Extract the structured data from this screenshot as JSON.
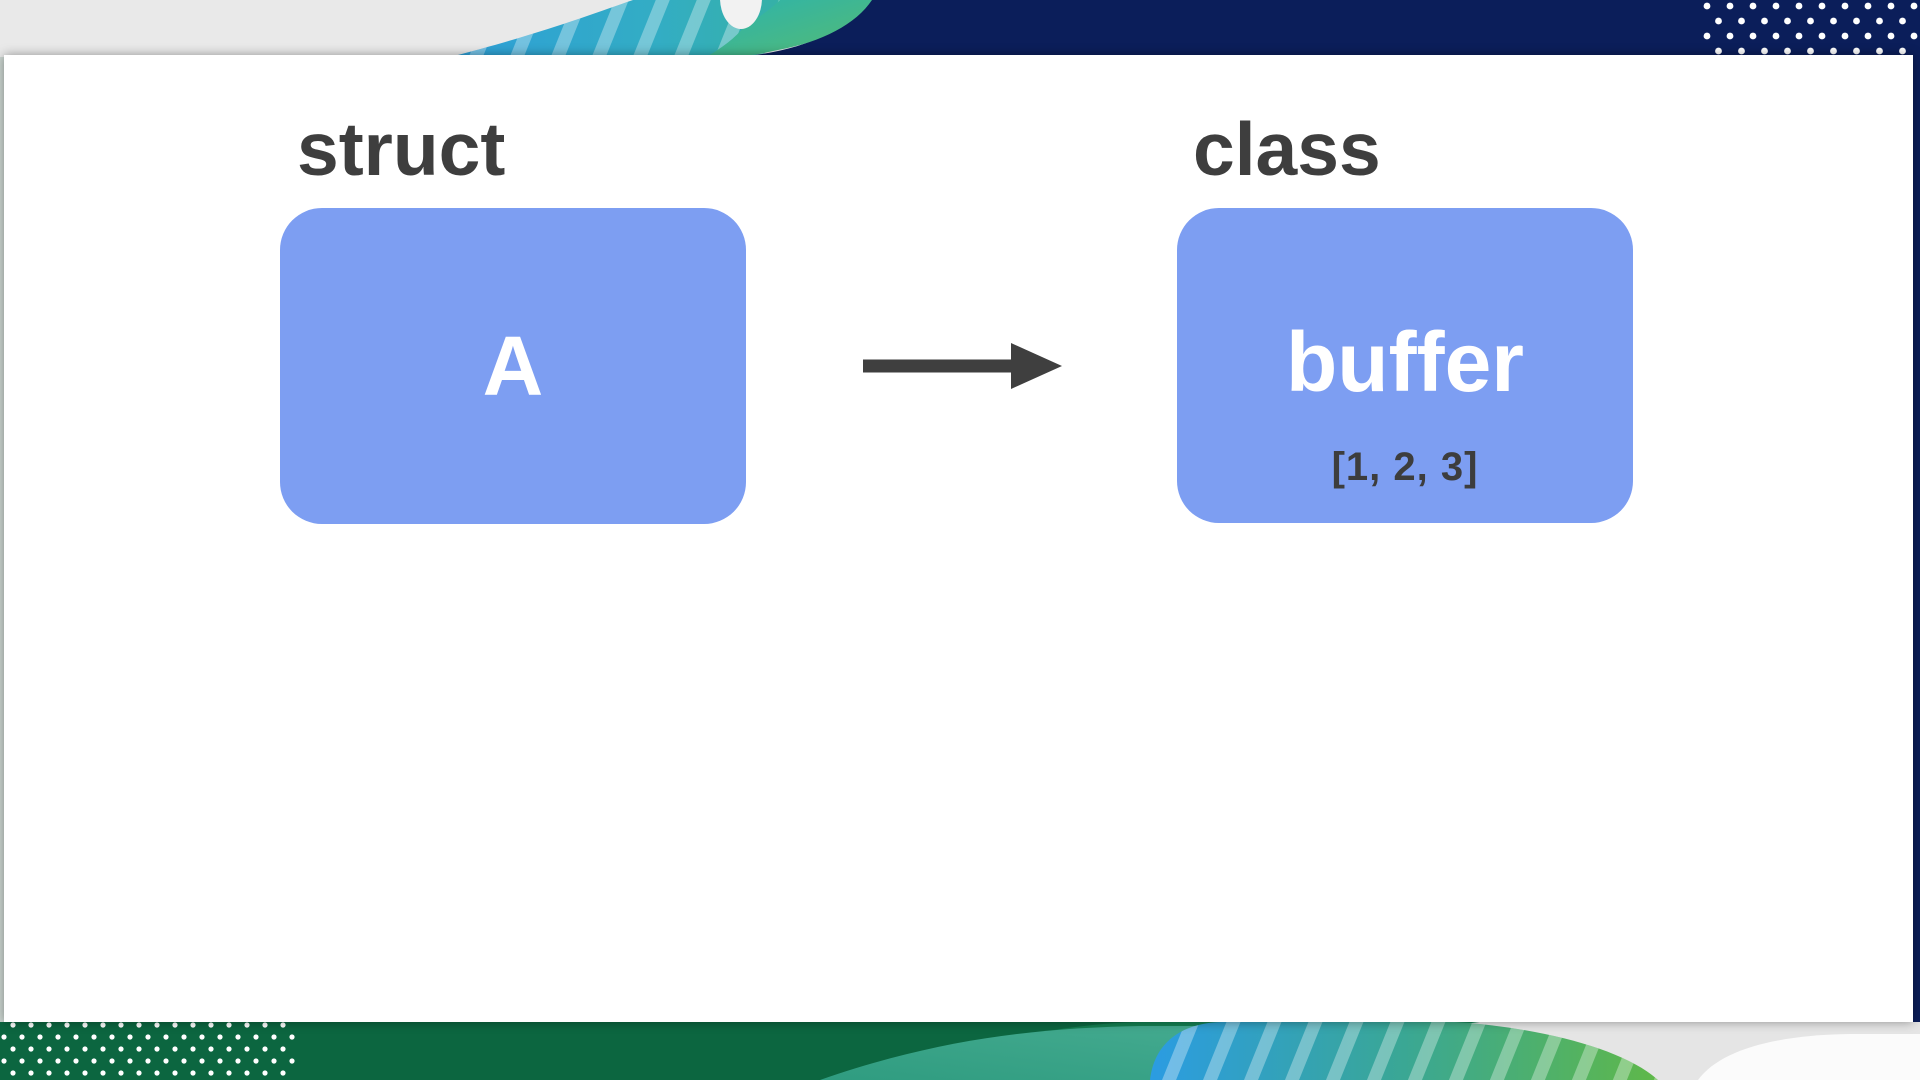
{
  "slide": {
    "diagram": {
      "left": {
        "type_label": "struct",
        "title": "A"
      },
      "right": {
        "type_label": "class",
        "title": "buffer",
        "value": "[1, 2, 3]"
      },
      "arrow": {
        "icon": "right-arrow-icon",
        "direction": "right"
      }
    },
    "colors": {
      "node_fill": "#7D9EF2",
      "node_title_text": "#FFFFFF",
      "type_label_text": "#3E3E3E",
      "value_text": "#3D3D3D",
      "arrow": "#3F3F3F",
      "navy": "#0B1E5A",
      "green_band": "#11754A",
      "teal_wave": "#2FB3A0",
      "stripe_blue": "#2E9FD8",
      "stripe_green": "#5FB849",
      "top_gray": "#E9E9E9",
      "panel_white": "#FFFFFF"
    }
  }
}
